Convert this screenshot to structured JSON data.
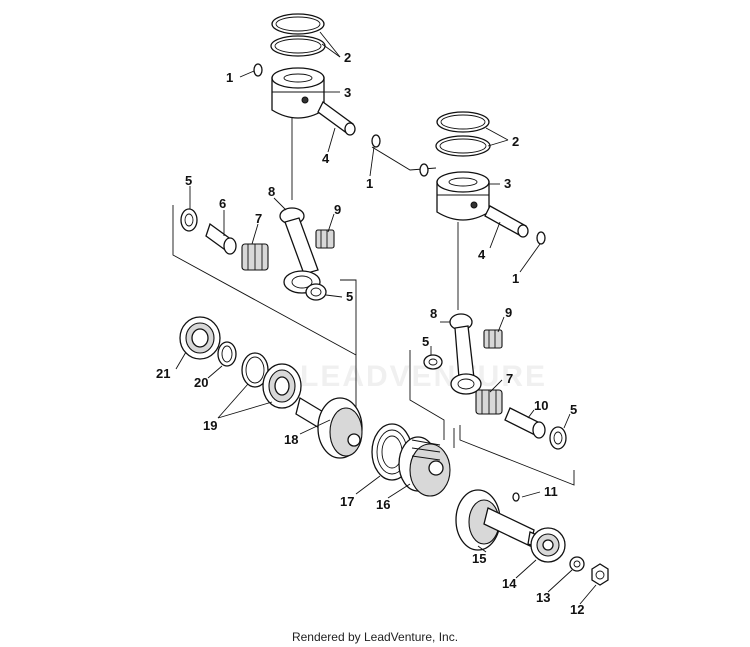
{
  "footer": {
    "credit": "Rendered by LeadVenture, Inc."
  },
  "watermark": {
    "text": "LEADVENTURE"
  },
  "callouts": {
    "ringsA": "2",
    "clipA": "1",
    "pistonA": "3",
    "pinA": "4",
    "clipMid": "1",
    "washerA": "5",
    "bearingPinA": "6",
    "needleA": "7",
    "rodA": "8",
    "smallNeedleA": "9",
    "washerA2": "5",
    "ringsB": "2",
    "pistonB": "3",
    "pinB": "4",
    "clipB": "1",
    "rodB": "8",
    "smallNeedleB": "9",
    "washerB": "5",
    "needleB": "7",
    "bearingPinB": "10",
    "washerB2": "5",
    "bearingLeft": "21",
    "shim": "20",
    "bearingsPair": "19",
    "crankLeft": "18",
    "seal": "17",
    "crankCenter": "16",
    "key": "11",
    "crankRight": "15",
    "bearingRight": "14",
    "washerNut": "13",
    "nut": "12"
  }
}
